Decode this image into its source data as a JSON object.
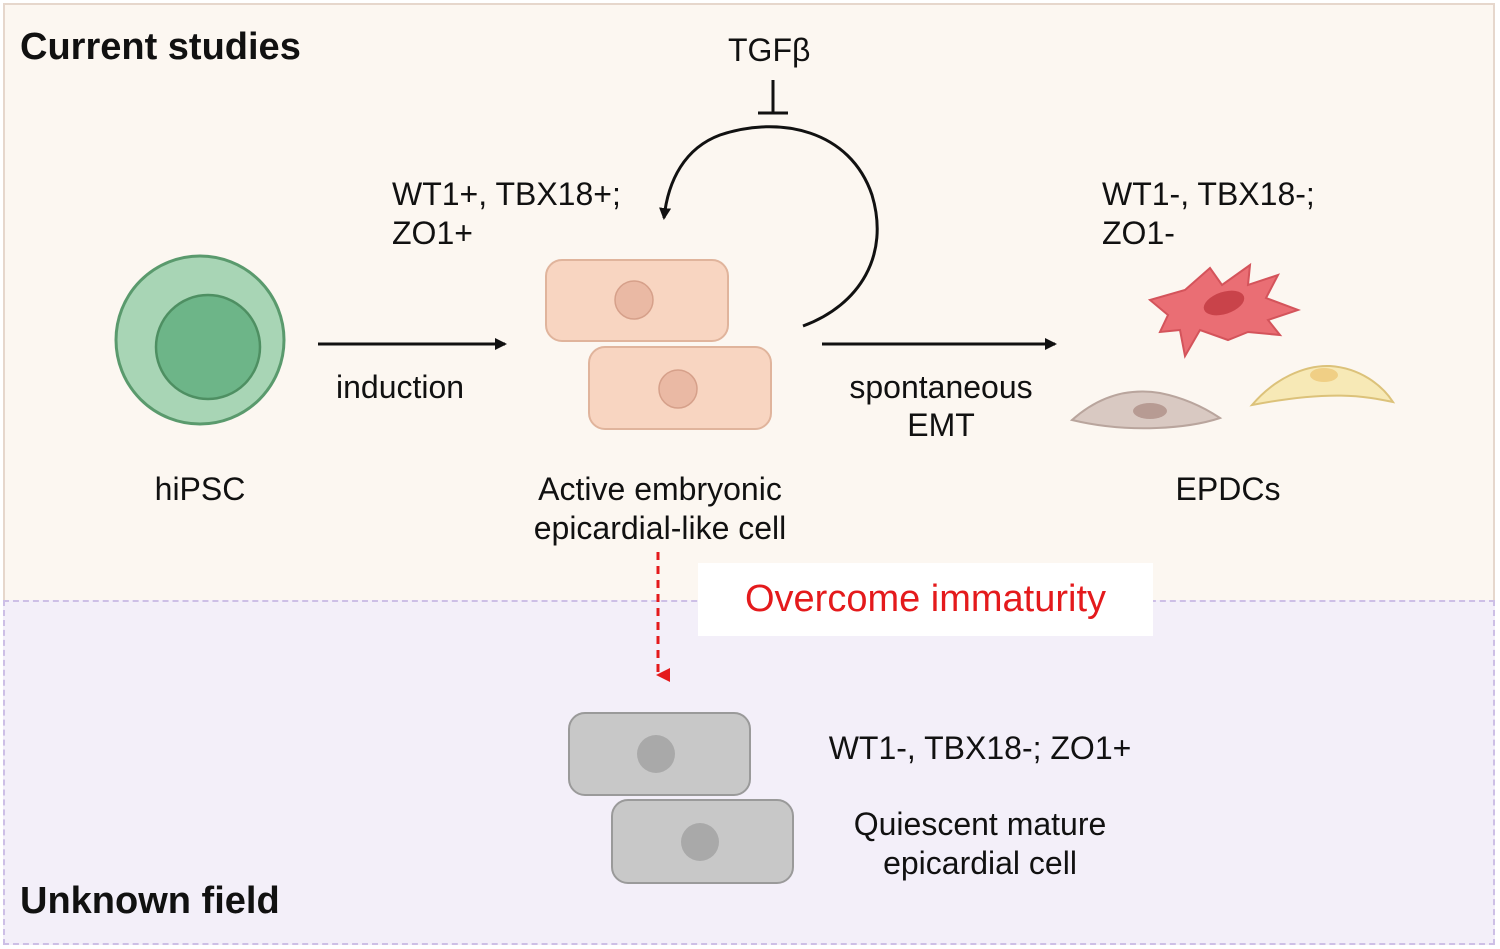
{
  "sections": {
    "top_title": "Current studies",
    "bottom_title": "Unknown field"
  },
  "labels": {
    "tgfb": "TGFβ",
    "active_markers_line1": "WT1+, TBX18+;",
    "active_markers_line2": "ZO1+",
    "epdc_markers_line1": "WT1-, TBX18-;",
    "epdc_markers_line2": "ZO1-",
    "induction": "induction",
    "emt_line1": "spontaneous",
    "emt_line2": "EMT",
    "hipsc": "hiPSC",
    "active_cell_line1": "Active embryonic",
    "active_cell_line2": "epicardial-like cell",
    "epdcs": "EPDCs",
    "callout": "Overcome immaturity",
    "mature_markers": "WT1-, TBX18-; ZO1+",
    "mature_cell_line1": "Quiescent mature",
    "mature_cell_line2": "epicardial cell"
  },
  "colors": {
    "hipsc_outer": "#a8d5b5",
    "hipsc_inner": "#6db588",
    "active_cell": "#f8d5c1",
    "mature_cell": "#c8c8c8",
    "fibroblast_red": "#ea6e74",
    "cell_beige": "#d9c9c2",
    "cell_yellow": "#f7e9b6",
    "callout_red": "#e41a1c"
  },
  "icons": [
    "hipsc-cell-icon",
    "active-epicardial-cells-icon",
    "epdc-cells-icon",
    "mature-epicardial-cells-icon"
  ]
}
